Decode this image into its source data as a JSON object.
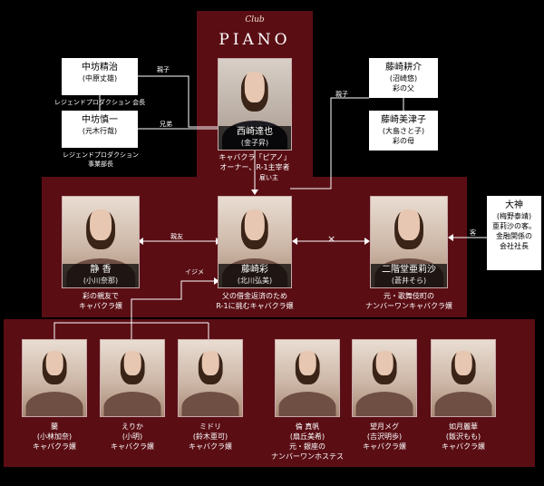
{
  "logo": {
    "club": "Club",
    "name": "PIANO"
  },
  "owner": {
    "name": "西崎達也",
    "actor": "(金子昇)",
    "desc": [
      "キャバクラ「ピアノ」",
      "オーナー、R-1主宰者"
    ]
  },
  "left_boxes": [
    {
      "name": "中坊精治",
      "actor": "(中原丈雄)",
      "desc": [
        "レジェンドプロダクション 会長"
      ]
    },
    {
      "name": "中坊慎一",
      "actor": "(元木行哉)",
      "desc": [
        "レジェンドプロダクション",
        "事業部長"
      ]
    }
  ],
  "right_boxes": [
    {
      "name": "藤崎耕介",
      "actor": "(沼崎悠)",
      "desc": [
        "彩の父"
      ]
    },
    {
      "name": "藤崎美津子",
      "actor": "(大島さと子)",
      "desc": [
        "彩の母"
      ]
    }
  ],
  "omi": {
    "name": "大神",
    "actor": "(梅野泰靖)",
    "desc": [
      "亜莉沙の客。",
      "金融関係の",
      "会社社長"
    ]
  },
  "main_row": [
    {
      "name": "静 香",
      "actor": "(小川奈那)",
      "desc": [
        "彩の親友で",
        "キャバクラ嬢"
      ]
    },
    {
      "name": "藤崎彩",
      "actor": "(北川弘美)",
      "desc": [
        "父の借金返済のため",
        "R-1に挑むキャバクラ嬢"
      ]
    },
    {
      "name": "二階堂亜莉沙",
      "actor": "(蒼井そら)",
      "desc": [
        "元・歌舞伎町の",
        "ナンバーワンキャバクラ嬢"
      ]
    }
  ],
  "bottom_row": [
    {
      "name": "蘭",
      "actor": "(小林加奈)",
      "desc": [
        "キャバクラ嬢"
      ]
    },
    {
      "name": "えりか",
      "actor": "(小明)",
      "desc": [
        "キャバクラ嬢"
      ]
    },
    {
      "name": "ミドリ",
      "actor": "(鈴木亜可)",
      "desc": [
        "キャバクラ嬢"
      ]
    },
    {
      "name": "倫 真帆",
      "actor": "(扇丘美希)",
      "desc": [
        "元・銀座の",
        "ナンバーワンホステス"
      ]
    },
    {
      "name": "望月メグ",
      "actor": "(吉沢明歩)",
      "desc": [
        "キャバクラ嬢"
      ]
    },
    {
      "name": "如月麗華",
      "actor": "(飯沢もも)",
      "desc": [
        "キャバクラ嬢"
      ]
    }
  ],
  "relations": {
    "oyako_left": "親子",
    "kyodai": "兄弟",
    "oyako_right": "親子",
    "yatoinushi": "雇い主",
    "shinyu": "親友",
    "ijime": "イジメ",
    "kyaku": "客",
    "rival": "×"
  },
  "colors": {
    "panel": "#5a0e14",
    "background": "#000000",
    "box": "#ffffff"
  }
}
